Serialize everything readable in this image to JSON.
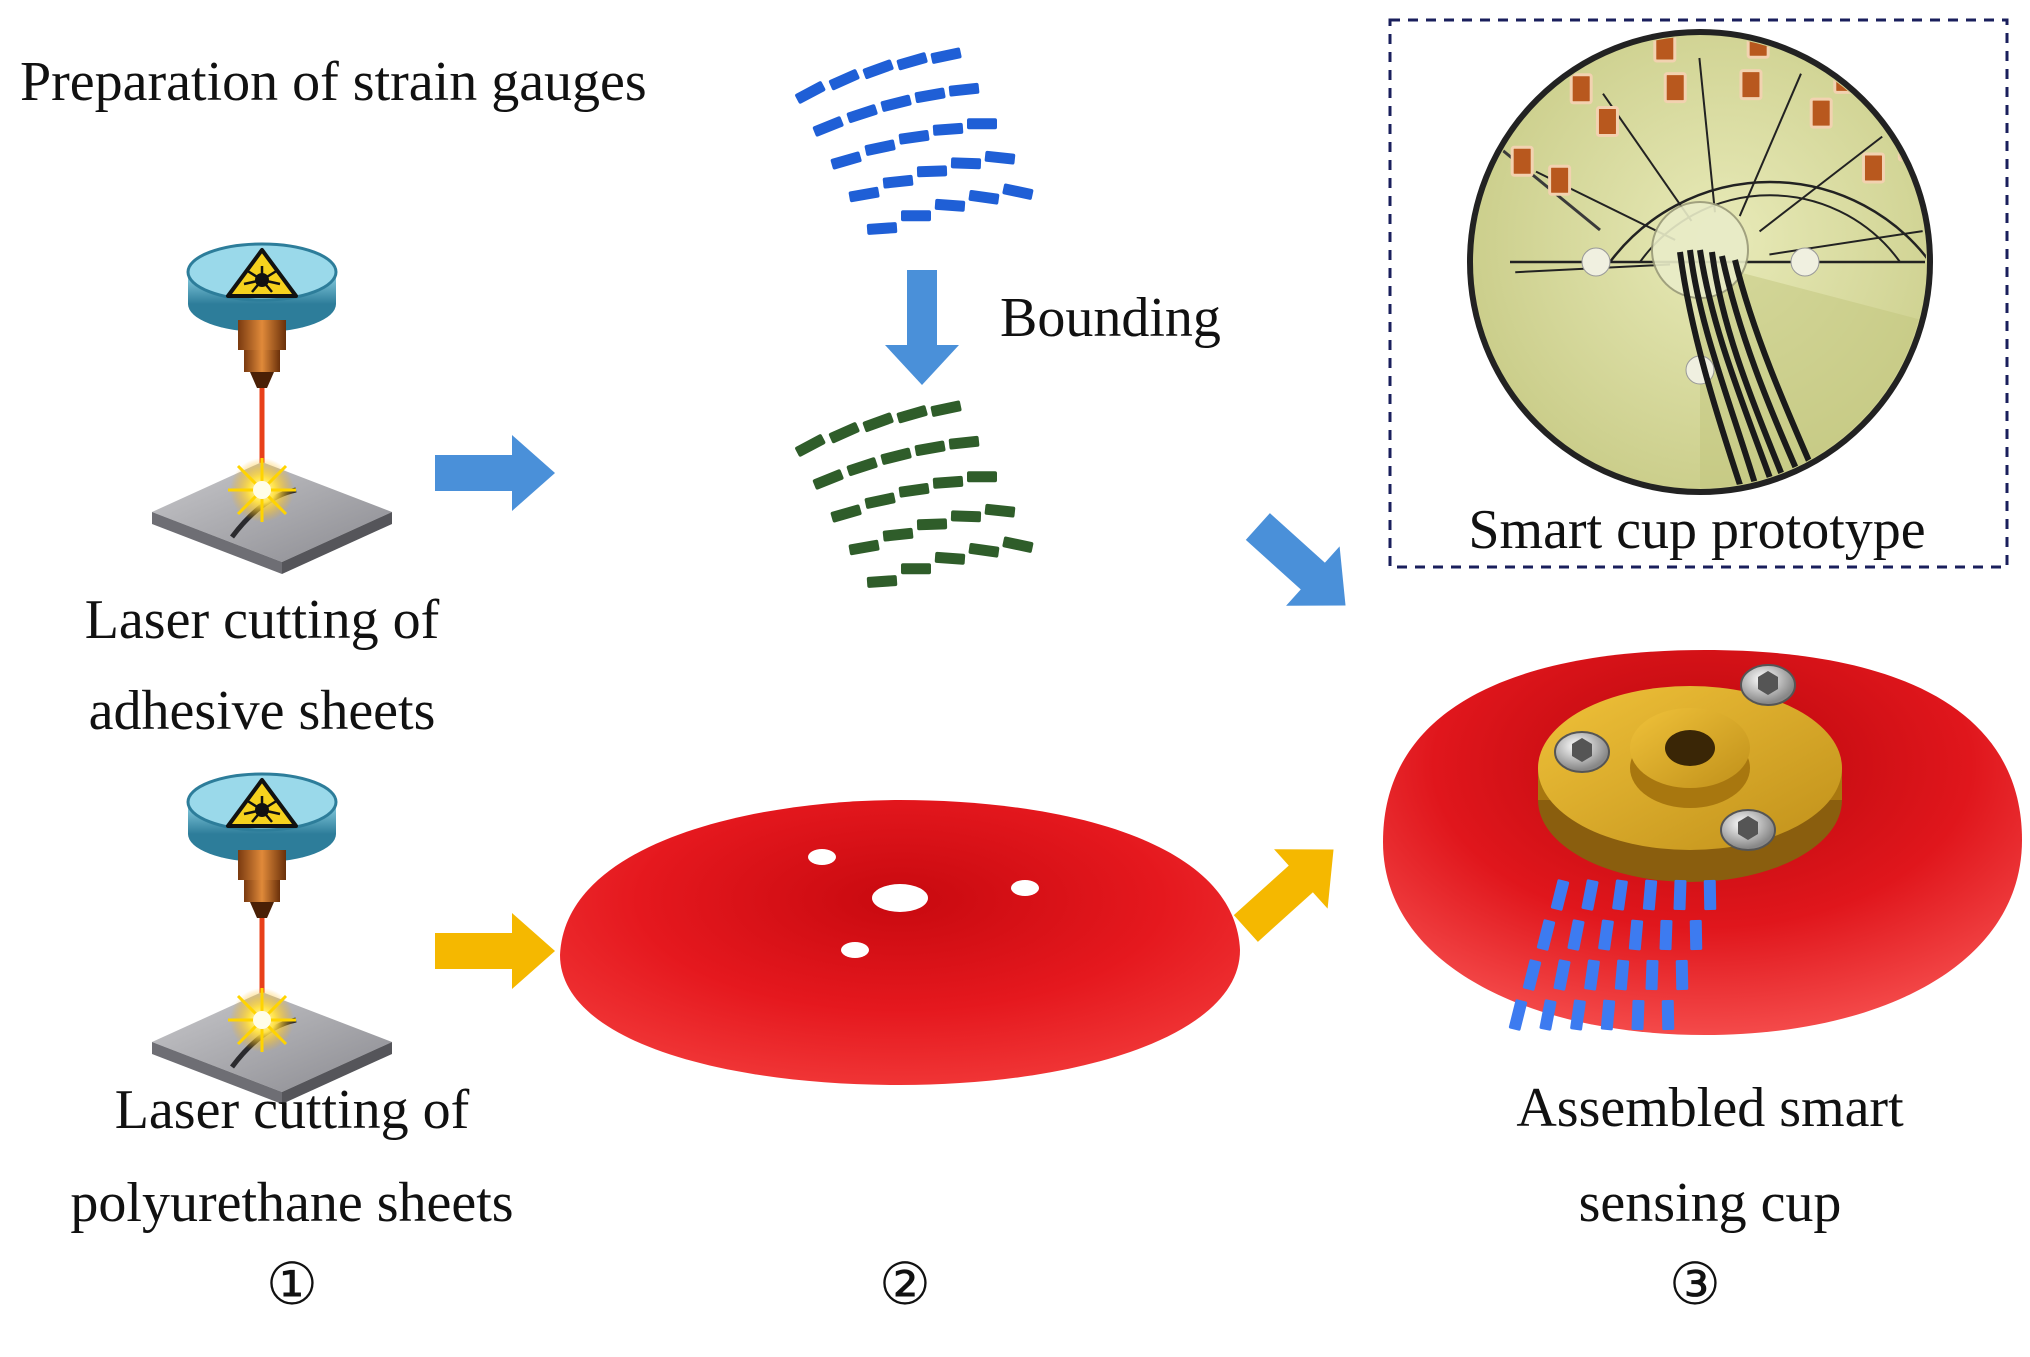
{
  "labels": {
    "prep_strain": "Preparation of strain gauges",
    "bounding": "Bounding",
    "laser_adhesive_l1": "Laser cutting of",
    "laser_adhesive_l2": "adhesive sheets",
    "laser_pu_l1": "Laser cutting of",
    "laser_pu_l2": "polyurethane sheets",
    "smart_cup_prototype": "Smart cup prototype",
    "assembled_l1": "Assembled smart",
    "assembled_l2": "sensing cup"
  },
  "steps": [
    "①",
    "②",
    "③"
  ],
  "colors": {
    "blue_arrow": "#4a90d9",
    "yellow_arrow": "#f5b800",
    "gauge_blue": "#1f5fd6",
    "gauge_green": "#2f5d2a",
    "cup_red": "#e0161c",
    "ring_gold": "#d9a728",
    "laser_head": "#4aa8c4",
    "photo_bg": "#d8dba0",
    "dash_box": "#1a1f5c"
  },
  "icons": [
    "laser-cutter-icon",
    "laser-warning-icon"
  ]
}
